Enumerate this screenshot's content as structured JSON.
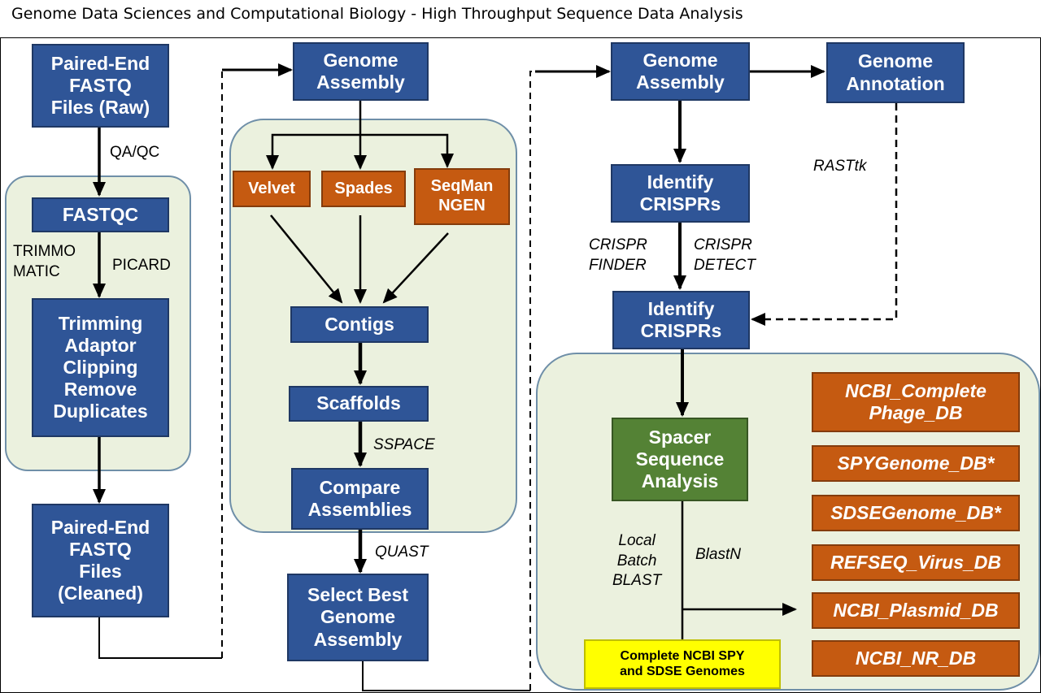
{
  "title": "Genome Data Sciences and Computational Biology - High Throughput Sequence Data Analysis",
  "colors": {
    "blue": "#2f5597",
    "orange": "#c55a11",
    "green": "#548235",
    "yellow": "#ffff00",
    "panel": "#ebf1de"
  },
  "nodes": {
    "raw_fastq": "Paired-End\nFASTQ\nFiles (Raw)",
    "fastqc": "FASTQC",
    "trimming": "Trimming\nAdaptor\nClipping\nRemove\nDuplicates",
    "clean_fastq": "Paired-End\nFASTQ\nFiles\n(Cleaned)",
    "genome_assembly_1": "Genome\nAssembly",
    "velvet": "Velvet",
    "spades": "Spades",
    "seqman": "SeqMan\nNGEN",
    "contigs": "Contigs",
    "scaffolds": "Scaffolds",
    "compare": "Compare\nAssemblies",
    "select_best": "Select Best\nGenome\nAssembly",
    "genome_assembly_2": "Genome\nAssembly",
    "genome_annotation": "Genome\nAnnotation",
    "identify_crisprs_1": "Identify\nCRISPRs",
    "identify_crisprs_2": "Identify\nCRISPRs",
    "spacer": "Spacer\nSequence\nAnalysis",
    "ncbi_genomes": "Complete NCBI SPY\nand SDSE Genomes"
  },
  "databases": [
    "NCBI_Complete\nPhage_DB",
    "SPYGenome_DB*",
    "SDSEGenome_DB*",
    "REFSEQ_Virus_DB",
    "NCBI_Plasmid_DB",
    "NCBI_NR_DB"
  ],
  "labels": {
    "qaqc": "QA/QC",
    "trimmomatic": "TRIMMO\nMATIC",
    "picard": "PICARD",
    "sspace": "SSPACE",
    "quast": "QUAST",
    "rasttk": "RASTtk",
    "crispr_finder": "CRISPR\nFINDER",
    "crispr_detect": "CRISPR\nDETECT",
    "local_batch_blast": "Local\nBatch\nBLAST",
    "blastn": "BlastN"
  }
}
